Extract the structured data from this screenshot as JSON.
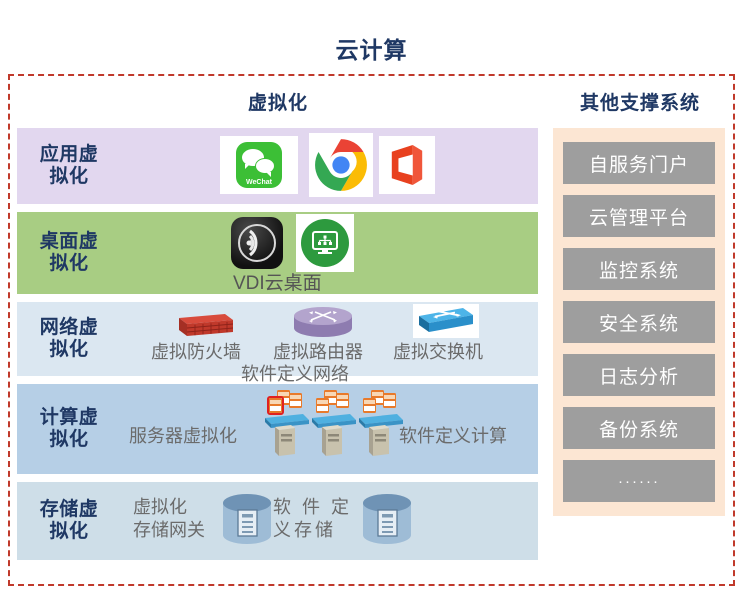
{
  "title": "云计算",
  "colors": {
    "title_text": "#1f3864",
    "frame_border": "#c0392b",
    "row_app_bg": "#e2d7ef",
    "row_desktop_bg": "#a8cd83",
    "row_network_bg": "#dbe7f1",
    "row_compute_bg": "#b6cfe6",
    "row_storage_bg": "#cedee8",
    "support_panel_bg": "#fce6d3",
    "support_item_bg": "#9e9e9e",
    "caption_text": "#6b6b6b"
  },
  "headings": {
    "virtualization": "虚拟化",
    "support": "其他支撑系统"
  },
  "layers": [
    {
      "id": "app",
      "label": "应用虚\n拟化",
      "label_line1": "应用虚",
      "label_line2": "拟化",
      "icons": [
        "wechat-icon",
        "chrome-icon",
        "office-icon"
      ],
      "captions": []
    },
    {
      "id": "desktop",
      "label_line1": "桌面虚",
      "label_line2": "拟化",
      "icons": [
        "citrix-icon",
        "vdi-desktop-icon"
      ],
      "captions": [
        "VDI云桌面"
      ]
    },
    {
      "id": "network",
      "label_line1": "网络虚",
      "label_line2": "拟化",
      "icons": [
        "firewall-icon",
        "router-icon",
        "switch-icon"
      ],
      "captions": [
        "虚拟防火墙",
        "虚拟路由器",
        "虚拟交换机",
        "软件定义网络"
      ]
    },
    {
      "id": "compute",
      "label_line1": "计算虚",
      "label_line2": "拟化",
      "icons": [
        "server-stack-icon"
      ],
      "captions": [
        "服务器虚拟化",
        "软件定义计算"
      ]
    },
    {
      "id": "storage",
      "label_line1": "存储虚",
      "label_line2": "拟化",
      "icons": [
        "storage-drum-icon",
        "storage-drum-icon"
      ],
      "captions": [
        "虚拟化",
        "存储网关",
        "软 件 定",
        "义存储"
      ]
    }
  ],
  "layer_captions": {
    "vdi": "VDI云桌面",
    "firewall": "虚拟防火墙",
    "router": "虚拟路由器",
    "switch": "虚拟交换机",
    "sdn": "软件定义网络",
    "server_virtualization": "服务器虚拟化",
    "software_defined_compute": "软件定义计算",
    "storage_gateway_l1": "虚拟化",
    "storage_gateway_l2": "存储网关",
    "sds_l1": "软 件 定",
    "sds_l2": "义存储"
  },
  "app_icons": {
    "wechat_label": "WeChat"
  },
  "support_items": [
    "自服务门户",
    "云管理平台",
    "监控系统",
    "安全系统",
    "日志分析",
    "备份系统",
    "······"
  ]
}
